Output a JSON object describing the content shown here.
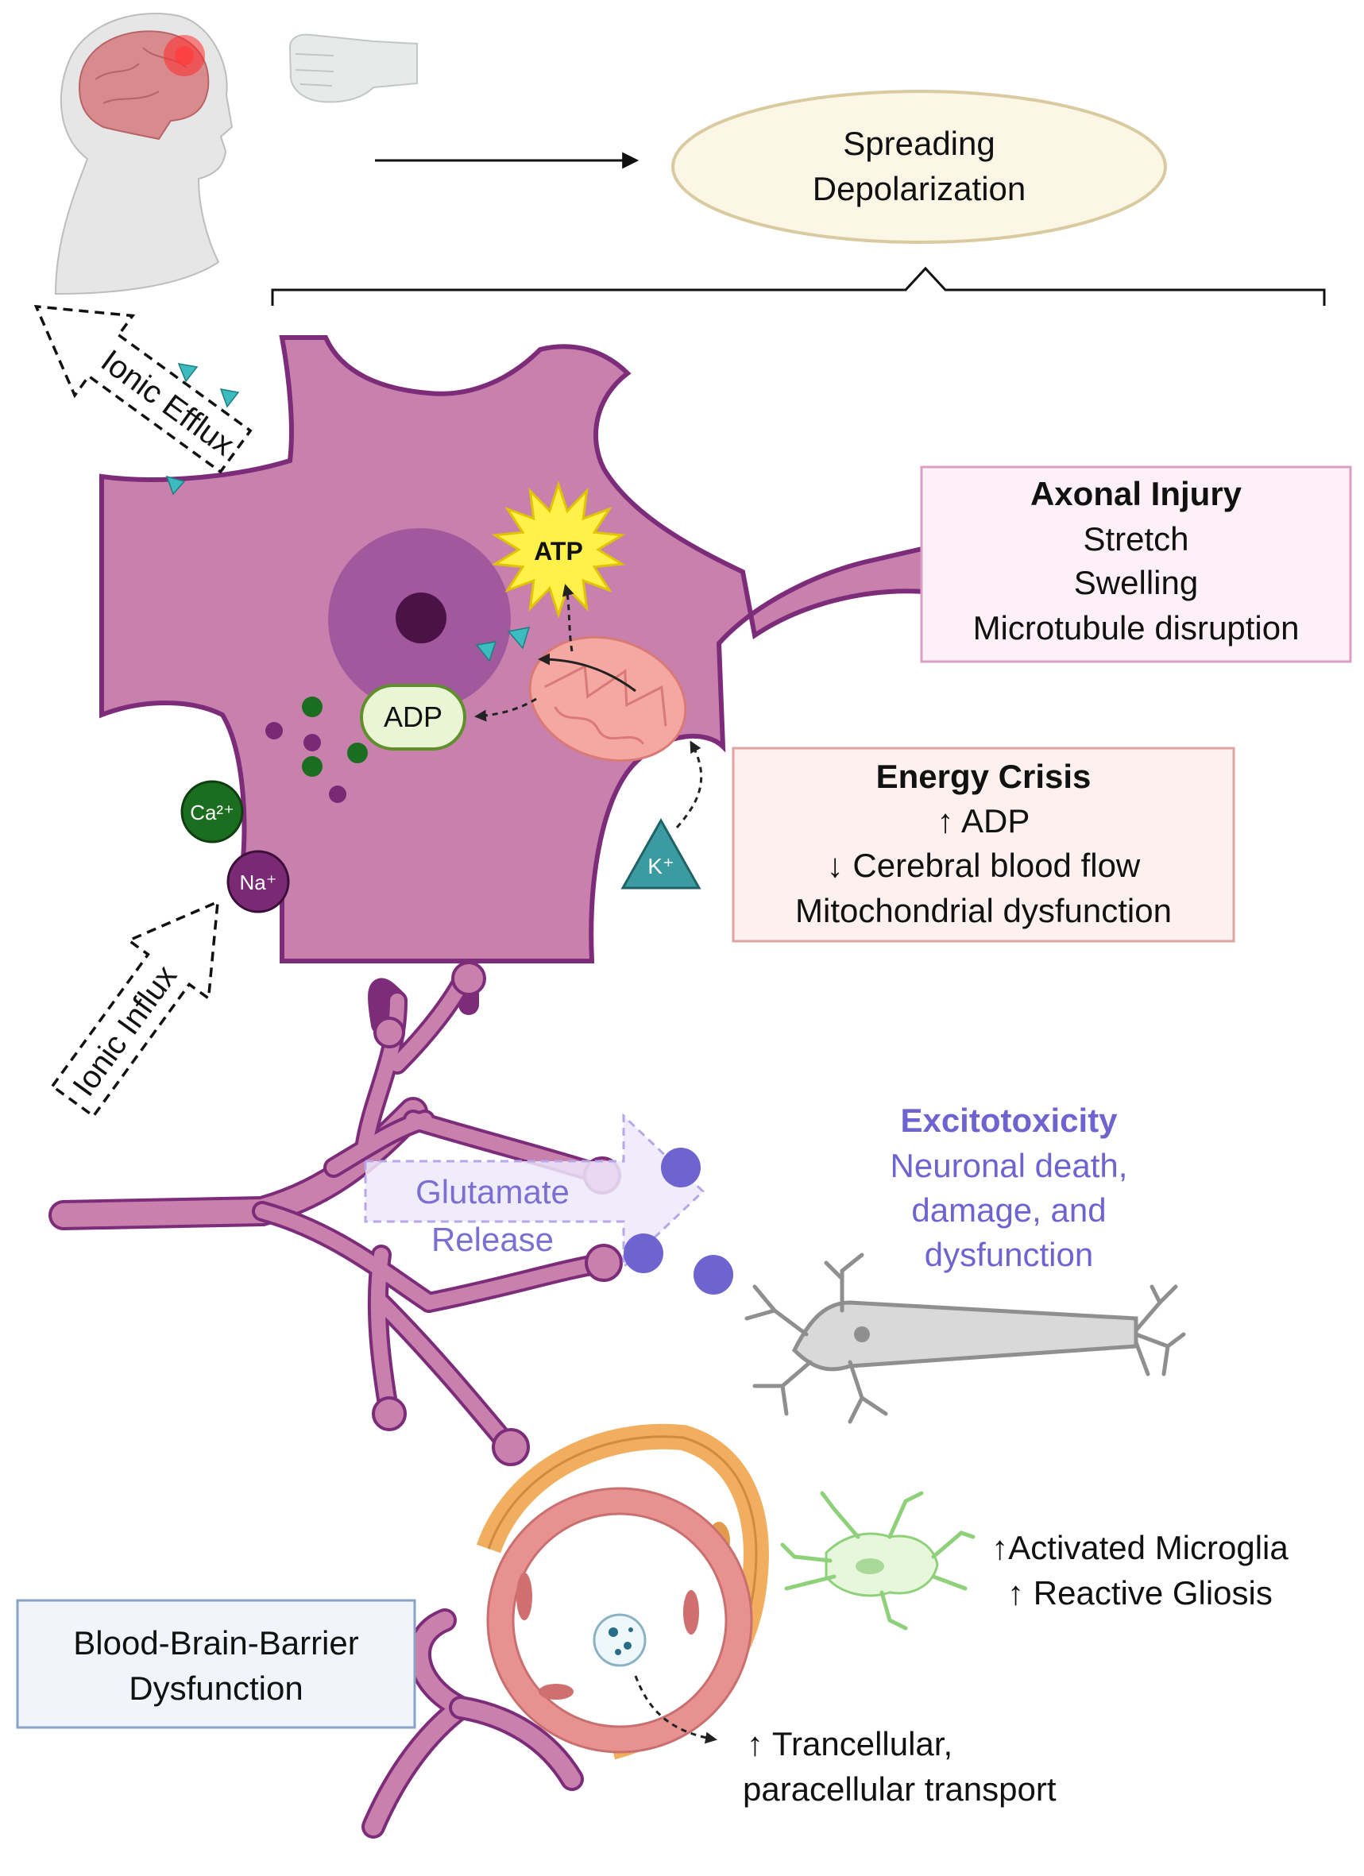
{
  "title_oval": {
    "line1": "Spreading",
    "line2": "Depolarization"
  },
  "arrows": {
    "efflux": "Ionic Efflux",
    "influx": "Ionic Influx"
  },
  "molecules": {
    "atp": "ATP",
    "adp": "ADP",
    "ca": "Ca²⁺",
    "na": "Na⁺",
    "k": "K⁺"
  },
  "axonal_box": {
    "heading": "Axonal Injury",
    "items": [
      "Stretch",
      "Swelling",
      "Microtubule disruption"
    ]
  },
  "energy_box": {
    "heading": "Energy Crisis",
    "items": [
      "↑ ADP",
      "↓ Cerebral blood flow",
      "Mitochondrial dysfunction"
    ]
  },
  "glutamate": {
    "line1": "Glutamate",
    "line2": "Release"
  },
  "excito": {
    "heading": "Excitotoxicity",
    "lines": [
      "Neuronal death,",
      "damage, and",
      "dysfunction"
    ]
  },
  "bbb": {
    "line1": "Blood-Brain-Barrier",
    "line2": "Dysfunction"
  },
  "microglia": {
    "line1": "↑Activated Microglia",
    "line2": "↑ Reactive Gliosis"
  },
  "transport": {
    "line1": "↑ Trancellular,",
    "line2": "paracellular transport"
  },
  "colors": {
    "neuron": "#c880ad",
    "neuron_stroke": "#7d2c79",
    "nucleus": "#a2589c",
    "glutamate": "#7b6fd1",
    "mito": "#f5a7a2",
    "atp": "#fff04a",
    "ca": "#1b6e1f",
    "na": "#7a2a74",
    "k": "#3b9ba0",
    "axonal_box": "#d9a0c6",
    "energy_box": "#e0a3a0",
    "bbb_box": "#8aa2c4"
  }
}
